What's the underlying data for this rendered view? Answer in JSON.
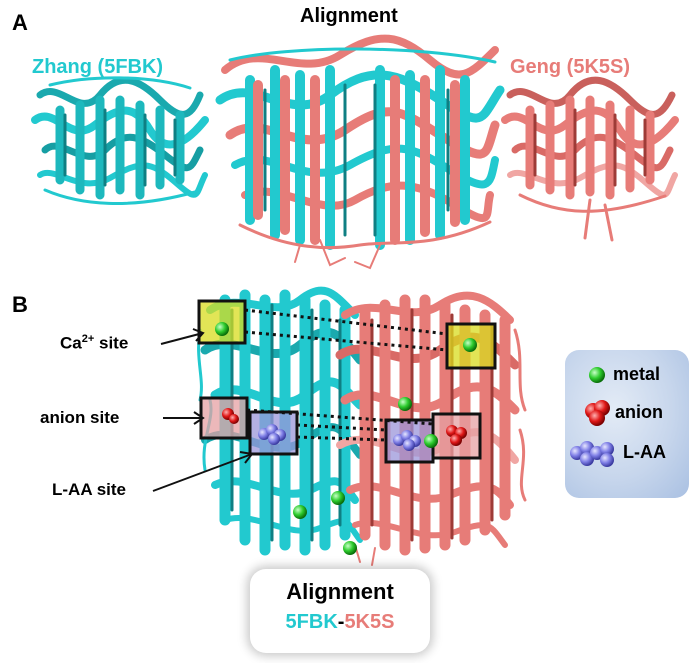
{
  "panel_a": {
    "letter": "A",
    "title": "Alignment",
    "left_label": "Zhang (5FBK)",
    "right_label": "Geng (5K5S)"
  },
  "panel_b": {
    "letter": "B",
    "site_labels": {
      "ca_sup_prefix": "Ca",
      "ca_sup": "2+",
      "ca_suffix": " site",
      "anion": "anion site",
      "laa": "L-AA site"
    },
    "legend": {
      "metal": "metal",
      "anion": "anion",
      "laa": "L-AA"
    },
    "caption": {
      "title": "Alignment",
      "id_a": "5FBK",
      "separator": "-",
      "id_b": "5K5S"
    }
  },
  "colors": {
    "zhang_cyan": "#22c9cf",
    "geng_salmon": "#e77c78",
    "metal_green": "#2ecc2e",
    "anion_red": "#e01818",
    "laa_blue": "#7f7fe6",
    "ca_site_yellow": "#d8dc1e",
    "anion_site_pink": "#e5a0a3",
    "laa_site_lavender": "#9b95da"
  }
}
